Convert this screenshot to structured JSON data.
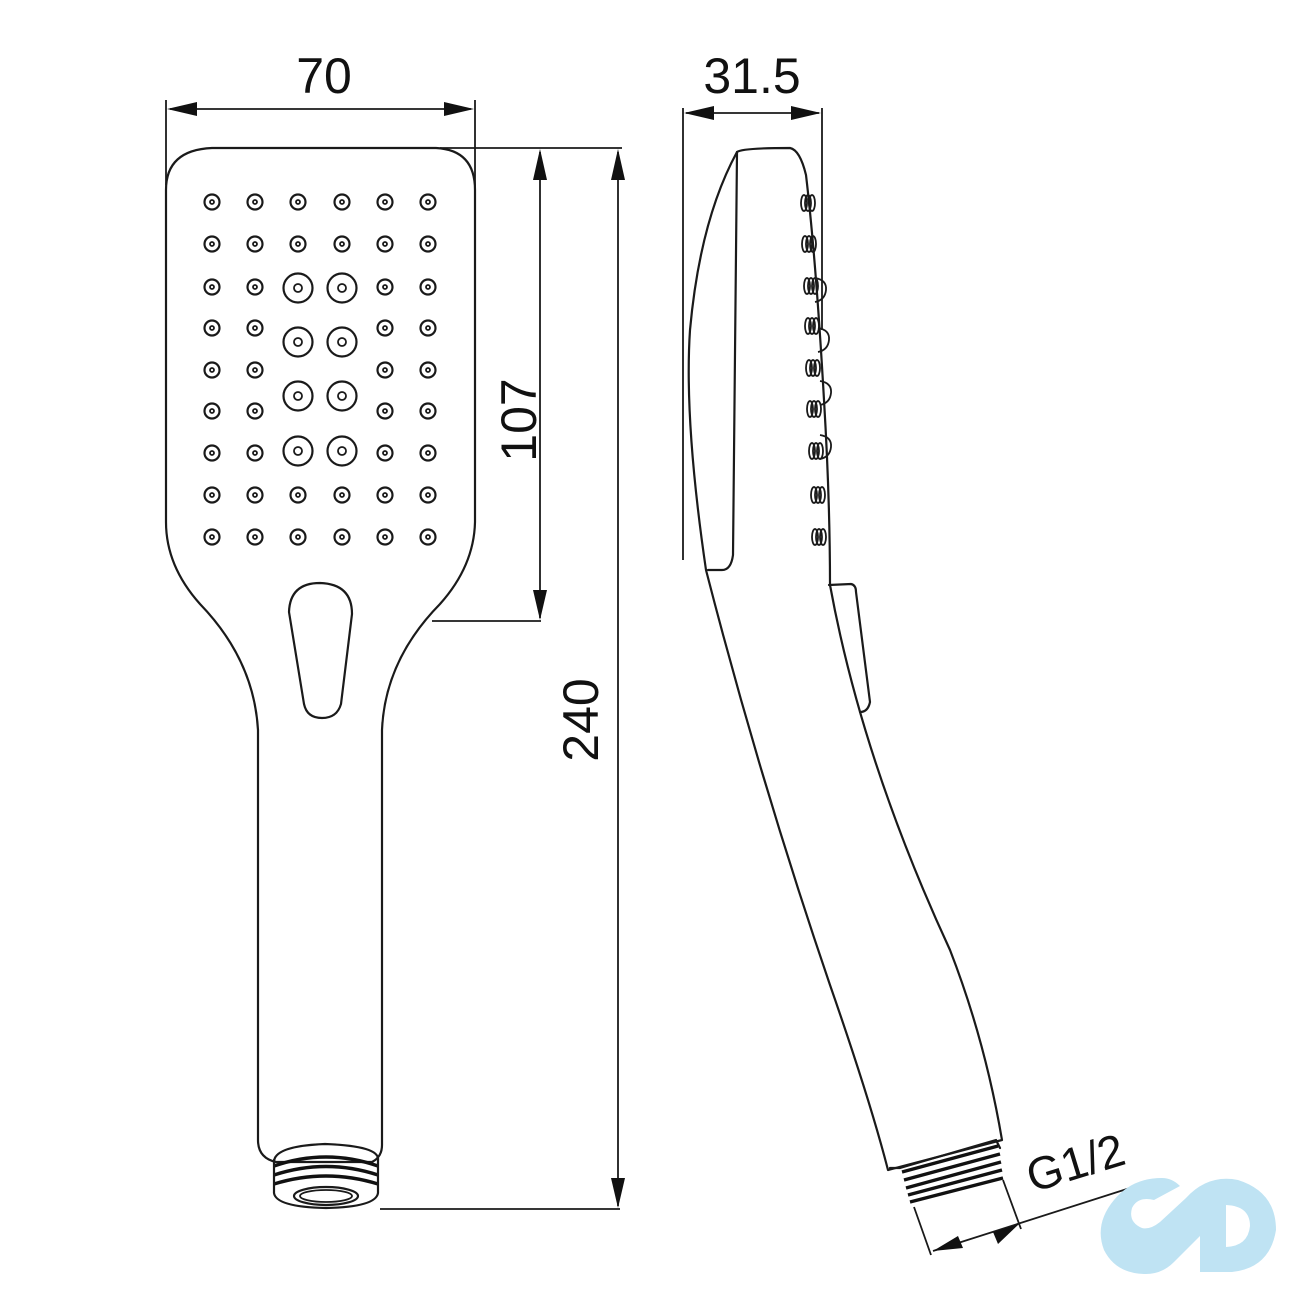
{
  "drawing": {
    "type": "technical drawing",
    "subject": "hand shower",
    "views": [
      {
        "name": "front view",
        "nozzle_grid": {
          "columns": 6,
          "rows": 9,
          "large_center_nozzles": 8
        }
      },
      {
        "name": "side view",
        "side_nozzles": 9
      }
    ]
  },
  "dimensions": {
    "width": "70",
    "head_length": "107",
    "total_length": "240",
    "depth": "31.5",
    "thread": "G1/2"
  },
  "logo": {
    "name": "infinity-logo",
    "color": "#bfe3f3"
  },
  "colors": {
    "line": "#1a1a1a",
    "background": "#ffffff"
  }
}
